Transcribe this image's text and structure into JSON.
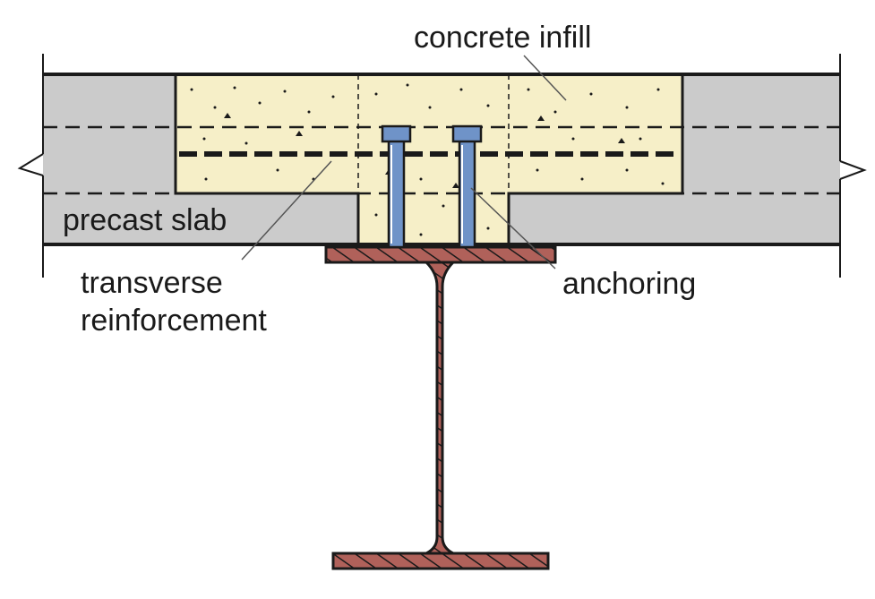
{
  "labels": {
    "concrete_infill": "concrete infill",
    "precast_slab": "precast slab",
    "transverse_line1": "transverse",
    "transverse_line2": "reinforcement",
    "anchoring": "anchoring"
  },
  "colors": {
    "precast": "#cbcbcb",
    "infill": "#f6efc8",
    "steel": "#b0615a",
    "anchor": "#6f93c8",
    "outline": "#1a1a1a"
  }
}
